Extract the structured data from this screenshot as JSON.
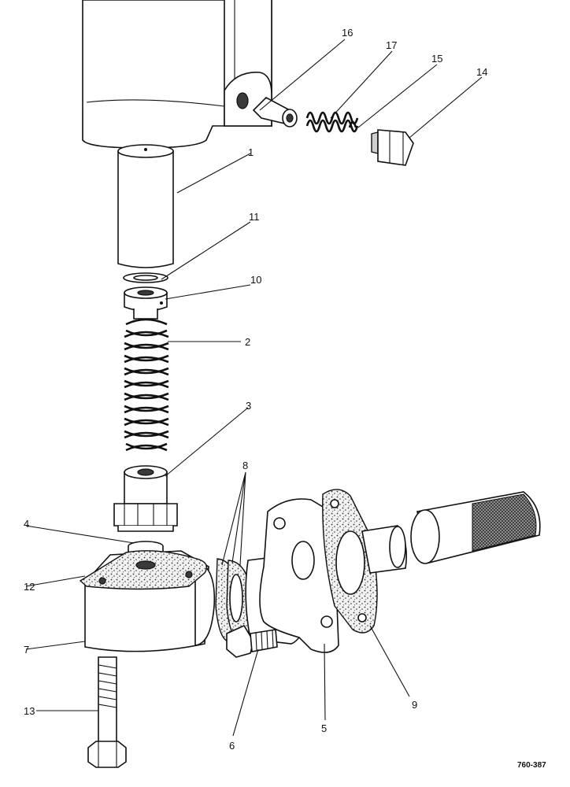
{
  "figure_number": "760-387",
  "callouts": [
    {
      "id": "c1",
      "text": "1"
    },
    {
      "id": "c2",
      "text": "2"
    },
    {
      "id": "c3",
      "text": "3"
    },
    {
      "id": "c4",
      "text": "4"
    },
    {
      "id": "c5",
      "text": "5"
    },
    {
      "id": "c6",
      "text": "6"
    },
    {
      "id": "c7",
      "text": "7"
    },
    {
      "id": "c8",
      "text": "8"
    },
    {
      "id": "c9",
      "text": "9"
    },
    {
      "id": "c10",
      "text": "10"
    },
    {
      "id": "c11",
      "text": "11"
    },
    {
      "id": "c12",
      "text": "12"
    },
    {
      "id": "c13",
      "text": "13"
    },
    {
      "id": "c14",
      "text": "14"
    },
    {
      "id": "c15",
      "text": "15"
    },
    {
      "id": "c16",
      "text": "16"
    },
    {
      "id": "c17",
      "text": "17"
    }
  ]
}
